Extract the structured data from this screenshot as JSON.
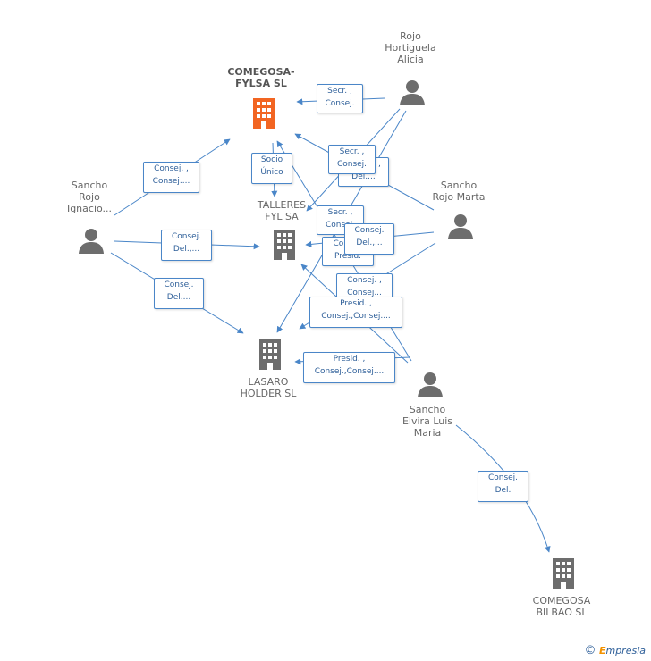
{
  "colors": {
    "edge": "#4a86c8",
    "main_company": "#f26522",
    "company": "#6d6d6d",
    "person": "#6d6d6d"
  },
  "nodes": {
    "comegosa_fylsa": {
      "label": "COMEGOSA-\nFYLSA SL",
      "type": "company",
      "main": true
    },
    "talleres_fylsa": {
      "label": "TALLERES\nFYL SA",
      "type": "company"
    },
    "lasaro_holder": {
      "label": "LASARO\nHOLDER SL",
      "type": "company"
    },
    "comegosa_bilbao": {
      "label": "COMEGOSA\nBILBAO SL",
      "type": "company"
    },
    "rojo_hortiguela": {
      "label": "Rojo\nHortiguela\nAlicia",
      "type": "person"
    },
    "sancho_rojo_ignacio": {
      "label": "Sancho\nRojo\nIgnacio...",
      "type": "person"
    },
    "sancho_rojo_marta": {
      "label": "Sancho\nRojo Marta",
      "type": "person"
    },
    "sancho_elvira": {
      "label": "Sancho\nElvira Luis\nMaria",
      "type": "person"
    }
  },
  "edge_labels": {
    "e1": [
      "Secr. ,",
      "Consej."
    ],
    "e2": [
      "Consej. ,",
      "Consej...."
    ],
    "e3": [
      "Socio",
      "Único"
    ],
    "e4": [
      "Secr. ,",
      "Consej."
    ],
    "e5": [
      "Consej. ,",
      "Del...."
    ],
    "e6": [
      "Consej.",
      "Del.,..."
    ],
    "e7": [
      "Secr. ,",
      "Consej."
    ],
    "e8": [
      "Consej.",
      "Del.,..."
    ],
    "e9": [
      "Consej.",
      "Presid."
    ],
    "e10": [
      "Consej.",
      "Del...."
    ],
    "e11": [
      "Consej. ,",
      "Consej..."
    ],
    "e12": [
      "Presid. ,",
      "Consej.,Consej...."
    ],
    "e13": [
      "Presid. ,",
      "Consej.,Consej...."
    ],
    "e14": [
      "Consej.",
      "Del."
    ]
  },
  "footer": {
    "copyright": "©",
    "brand_first": "E",
    "brand_rest": "mpresia"
  }
}
